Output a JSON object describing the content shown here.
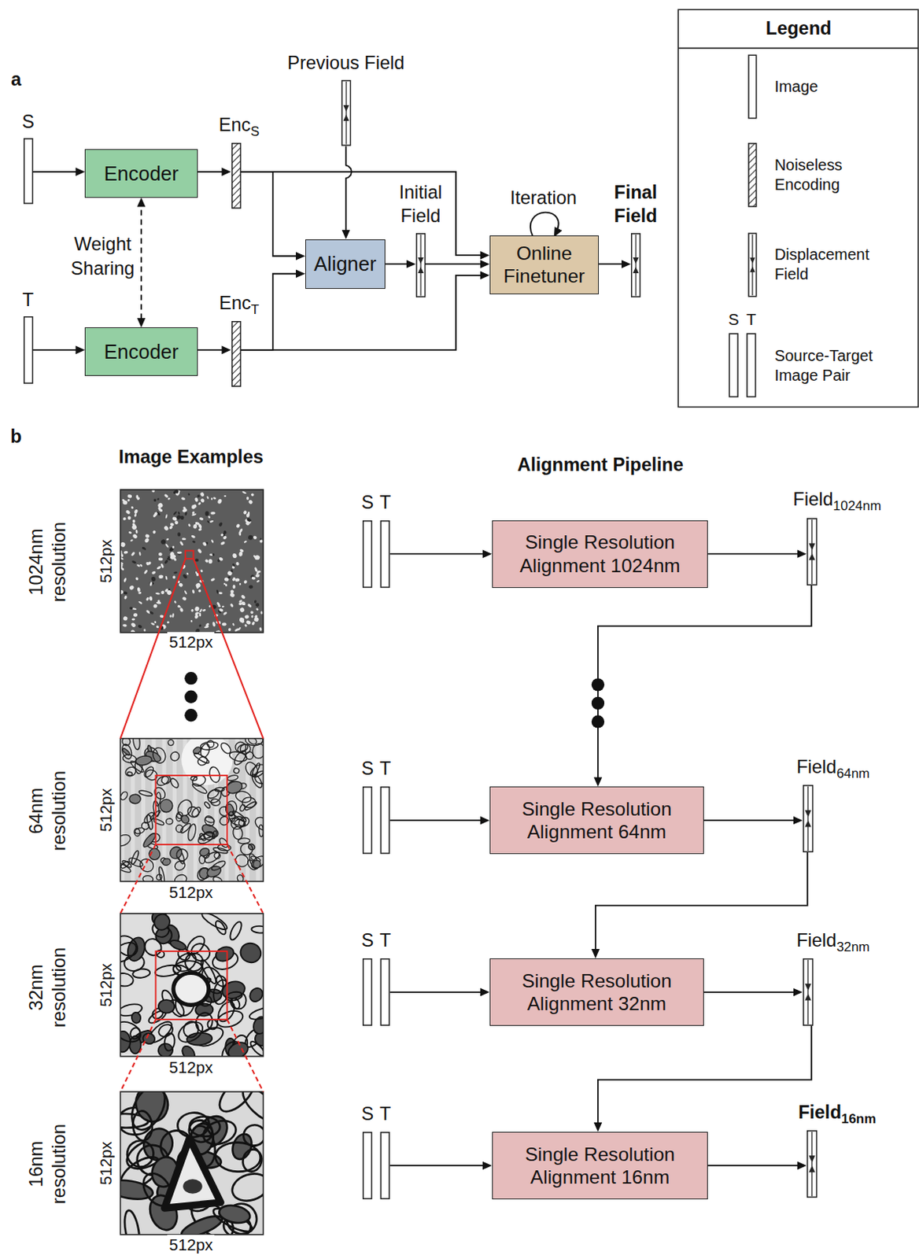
{
  "diagram": {
    "nodes": [
      {
        "text": [
          "S"
        ]
      },
      {
        "text": [
          "Encoder"
        ]
      },
      {
        "text": [
          "Enc",
          "S"
        ]
      },
      {
        "text": [
          "Previous Field"
        ]
      },
      {
        "text": [
          "Aligner"
        ]
      },
      {
        "text": [
          "Initial Field"
        ]
      },
      {
        "text": [
          "Online Finetuner"
        ]
      },
      {
        "text": [
          "Final Field"
        ]
      },
      {
        "text": [
          "T"
        ]
      },
      {
        "text": [
          "Encoder"
        ]
      },
      {
        "text": [
          "Enc",
          "T"
        ]
      },
      {
        "text": [
          "S",
          "T"
        ]
      },
      {
        "text": [
          "Single Resolution Alignment 1024nm"
        ]
      },
      {
        "text": [
          "Field",
          "1024nm"
        ]
      },
      {
        "text": [
          "S",
          "T"
        ]
      },
      {
        "text": [
          "Single Resolution Alignment 64nm"
        ]
      },
      {
        "text": [
          "Field",
          "64nm"
        ]
      },
      {
        "text": [
          "S",
          "T"
        ]
      },
      {
        "text": [
          "Single Resolution Alignment 32nm"
        ]
      },
      {
        "text": [
          "Field",
          "32nm"
        ]
      },
      {
        "text": [
          "S",
          "T"
        ]
      },
      {
        "text": [
          "Single Resolution Alignment 16nm"
        ]
      },
      {
        "text": [
          "Field",
          "16nm"
        ]
      }
    ],
    "edges": [
      {
        "from": 0,
        "to": 1,
        "arrow": "to"
      },
      {
        "from": 8,
        "to": 9,
        "arrow": "to"
      },
      {
        "from": 1,
        "to": 2,
        "arrow": "to"
      },
      {
        "from": 9,
        "to": 10,
        "arrow": "to"
      },
      {
        "from": 1,
        "to": 9,
        "label": "Weight Sharing",
        "arrow": "both"
      },
      {
        "from": 2,
        "to": 4,
        "arrow": "to"
      },
      {
        "from": 10,
        "to": 4,
        "arrow": "to"
      },
      {
        "from": 3,
        "to": 4,
        "arrow": "to"
      },
      {
        "from": 4,
        "to": 5,
        "arrow": "to"
      },
      {
        "from": 2,
        "to": 6,
        "arrow": "to"
      },
      {
        "from": 10,
        "to": 6,
        "arrow": "to"
      },
      {
        "from": 5,
        "to": 6,
        "arrow": "to"
      },
      {
        "from": 6,
        "to": 7,
        "arrow": "to"
      },
      {
        "from": 11,
        "to": 12,
        "arrow": "to"
      },
      {
        "from": 12,
        "to": 13,
        "arrow": "to"
      },
      {
        "from": 13,
        "to": 15,
        "arrow": "to"
      },
      {
        "from": 14,
        "to": 15,
        "arrow": "to"
      },
      {
        "from": 15,
        "to": 16,
        "arrow": "to"
      },
      {
        "from": 16,
        "to": 18,
        "arrow": "to"
      },
      {
        "from": 17,
        "to": 18,
        "arrow": "to"
      },
      {
        "from": 18,
        "to": 19,
        "arrow": "to"
      },
      {
        "from": 19,
        "to": 21,
        "arrow": "to"
      },
      {
        "from": 20,
        "to": 21,
        "arrow": "to"
      },
      {
        "from": 21,
        "to": 22,
        "arrow": "to"
      }
    ],
    "labels": [
      "a",
      "Iteration",
      "Legend",
      "S",
      "T",
      "b",
      "Image Examples",
      "Alignment Pipeline",
      "1024nm resolution",
      "512px",
      "512px",
      "64nm resolution",
      "512px",
      "512px",
      "32nm resolution",
      "512px",
      "512px",
      "16nm resolution",
      "512px",
      "512px"
    ],
    "legend": [
      {
        "text": "Image"
      },
      {
        "text": "Noiseless Encoding"
      },
      {
        "text": "Displacement Field"
      },
      {
        "text": "Source-Target Image Pair"
      }
    ]
  }
}
